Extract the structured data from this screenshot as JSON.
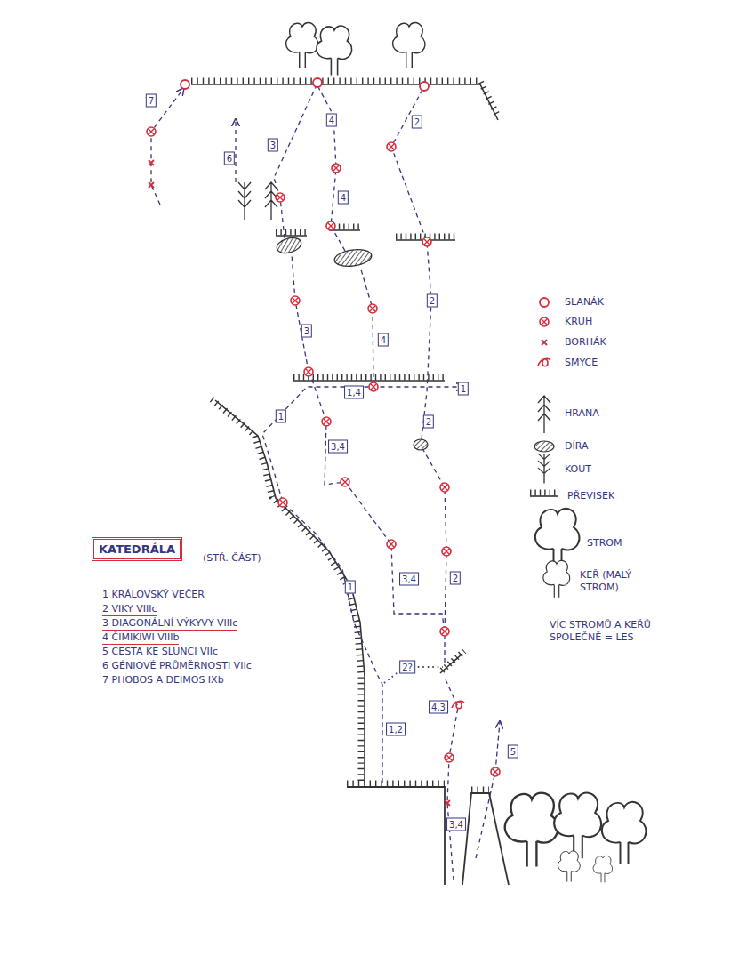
{
  "diagram": {
    "title": "KATEDRÁLA",
    "labels": [
      "(STŘ. ČÁST)",
      "1 KRÁLOVSKÝ VEČER",
      "2 VIKY VIIIc",
      "3 DIAGONÁLNÍ VÝKYVY VIIIc",
      "4 ČIMIKIWI VIIIb",
      "5 CESTA KE SLUNCI VIIc",
      "6 GÉNIOVÉ PRŮMĚRNOSTI VIIc",
      "7 PHOBOS A DEIMOS IXb",
      "VÍC STROMŮ A KEŘŮ SPOLEČNĚ = LES",
      "7",
      "6",
      "3",
      "4",
      "2",
      "4",
      "3",
      "4",
      "2",
      "1,4",
      "1",
      "1",
      "3,4",
      "2",
      "3,4",
      "2",
      "1",
      "2?",
      "4,3",
      "1,2",
      "5",
      "3,4"
    ],
    "legend": [
      {
        "text": "SLANÁK"
      },
      {
        "text": "KRUH"
      },
      {
        "text": "BORHÁK"
      },
      {
        "text": "SMYCE"
      },
      {
        "text": "HRANA"
      },
      {
        "text": "DÍRA"
      },
      {
        "text": "KOUT"
      },
      {
        "text": "PŘEVISEK"
      },
      {
        "text": "STROM"
      },
      {
        "text": "KEŘ (MALÝ STROM)"
      }
    ]
  }
}
